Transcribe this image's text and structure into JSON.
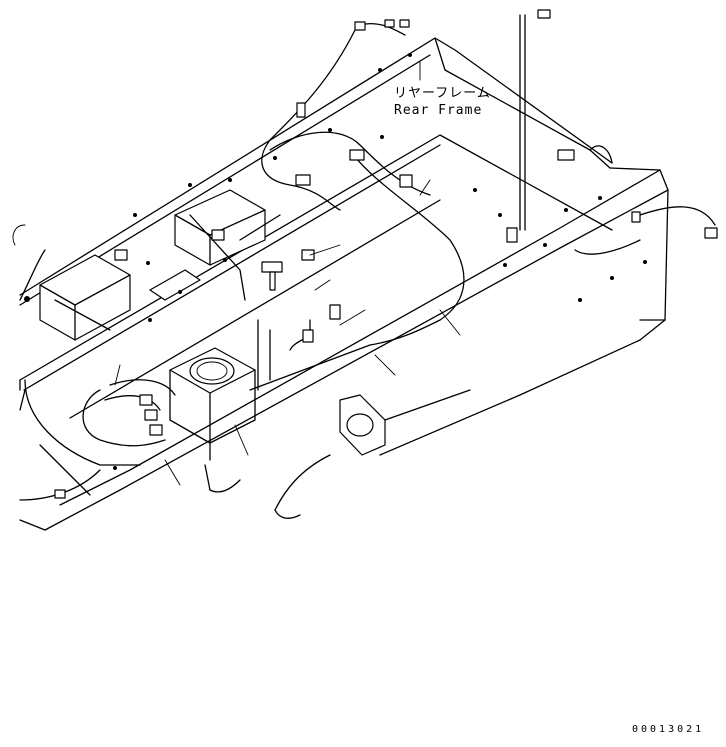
{
  "diagram": {
    "part_label_jp": "リヤーフレーム",
    "part_label_en": "Rear Frame",
    "drawing_number": "00013021"
  }
}
